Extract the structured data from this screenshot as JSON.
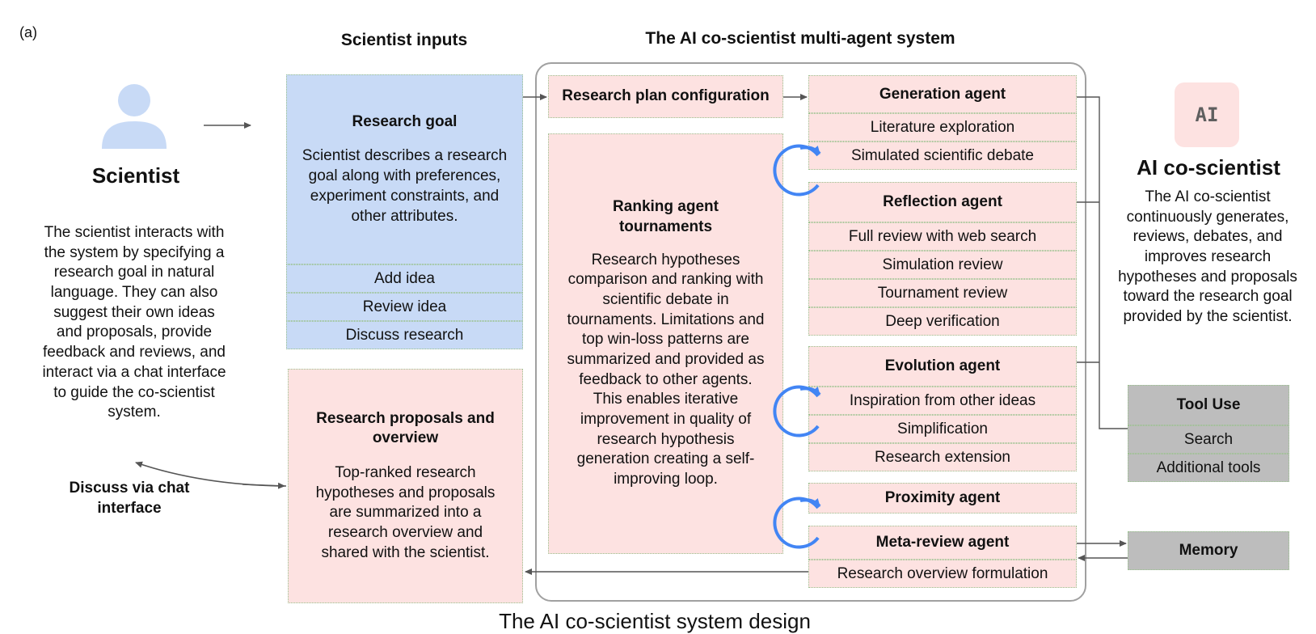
{
  "figure": {
    "panel_label": "(a)",
    "caption": "The AI co-scientist system design"
  },
  "scientist": {
    "title": "Scientist",
    "description": "The scientist interacts with the system by specifying a research goal in natural language. They can also suggest their own ideas and proposals, provide feedback and reviews, and interact via a chat interface to guide the co-scientist system.",
    "chat_label": "Discuss via chat interface",
    "icon": "person-icon"
  },
  "inputs": {
    "title": "Scientist inputs",
    "goal_title": "Research goal",
    "goal_text": "Scientist describes a research goal along with preferences, experiment constraints, and other attributes.",
    "actions": [
      "Add idea",
      "Review idea",
      "Discuss research"
    ],
    "proposals_title": "Research proposals and overview",
    "proposals_text": "Top-ranked research hypotheses and proposals are summarized into a research overview and shared with the scientist."
  },
  "system": {
    "title": "The AI co-scientist multi-agent system",
    "plan_config": "Research plan configuration",
    "ranking_title": "Ranking agent tournaments",
    "ranking_text": "Research hypotheses comparison and ranking with scientific debate in tournaments. Limitations and top win-loss patterns are summarized and provided as feedback to other agents. This enables iterative improvement in quality of research hypothesis generation creating a self-improving  loop.",
    "agents": {
      "generation": {
        "title": "Generation agent",
        "items": [
          "Literature exploration",
          "Simulated scientific debate"
        ]
      },
      "reflection": {
        "title": "Reflection agent",
        "items": [
          "Full review with web search",
          "Simulation review",
          "Tournament review",
          "Deep verification"
        ]
      },
      "evolution": {
        "title": "Evolution agent",
        "items": [
          "Inspiration from other ideas",
          "Simplification",
          "Research extension"
        ]
      },
      "proximity": {
        "title": "Proximity agent"
      },
      "meta_review": {
        "title": "Meta-review agent",
        "items": [
          "Research overview formulation"
        ]
      }
    }
  },
  "ai": {
    "icon_text": "AI",
    "title": "AI co-scientist",
    "description": "The AI co-scientist continuously generates, reviews, debates, and improves research hypotheses and proposals toward the research goal provided by the scientist.",
    "tool_use_title": "Tool Use",
    "tools": [
      "Search",
      "Additional tools"
    ],
    "memory": "Memory"
  },
  "colors": {
    "blue": "#c8daf6",
    "pink": "#fde2e1",
    "gray": "#bdbdbd",
    "loop_blue": "#4285f4",
    "person": "#c8daf6"
  }
}
